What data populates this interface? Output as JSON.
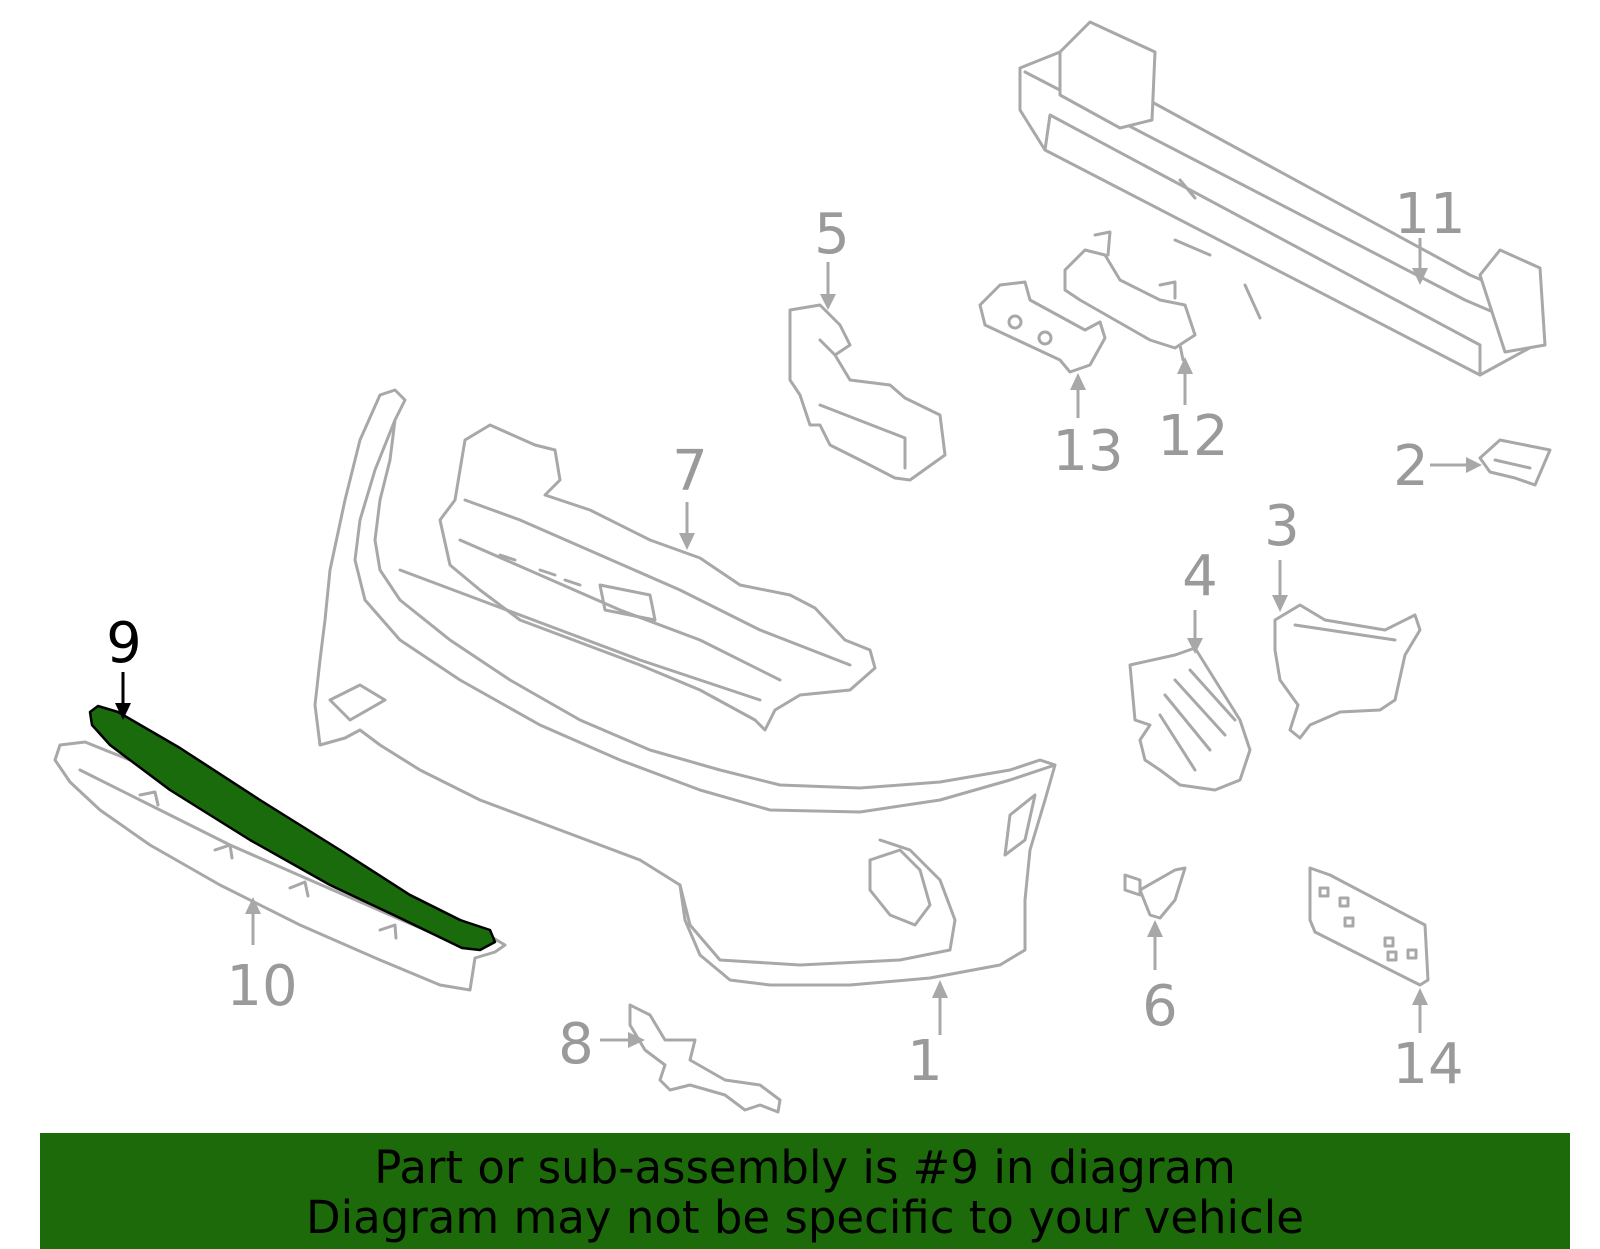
{
  "callouts": [
    {
      "n": "1"
    },
    {
      "n": "2"
    },
    {
      "n": "3"
    },
    {
      "n": "4"
    },
    {
      "n": "5"
    },
    {
      "n": "6"
    },
    {
      "n": "7"
    },
    {
      "n": "8"
    },
    {
      "n": "9"
    },
    {
      "n": "10"
    },
    {
      "n": "11"
    },
    {
      "n": "12"
    },
    {
      "n": "13"
    },
    {
      "n": "14"
    }
  ],
  "highlighted_part": "9",
  "colors": {
    "highlight_part": "#1a6b0c",
    "banner_background": "#1d6a0a",
    "part_outline": "#a8a8a8",
    "callout_text": "#9a9a9a"
  },
  "banner": {
    "line1": "Part or sub-assembly is #9 in diagram",
    "line2": "Diagram may not be specific to your vehicle"
  }
}
